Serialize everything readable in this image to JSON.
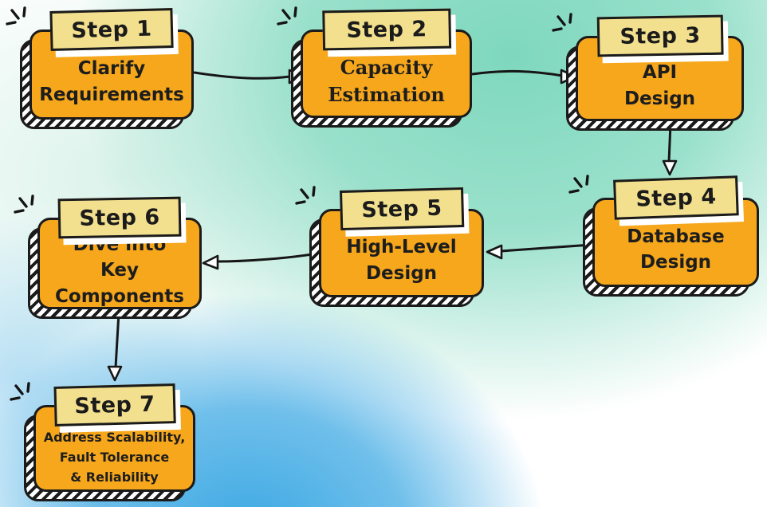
{
  "diagram": {
    "type": "flowchart",
    "steps": [
      {
        "id": 1,
        "label": "Step 1",
        "lines": [
          "Clarify",
          "Requirements"
        ]
      },
      {
        "id": 2,
        "label": "Step 2",
        "lines": [
          "Capacity",
          "Estimation"
        ]
      },
      {
        "id": 3,
        "label": "Step 3",
        "lines": [
          "API",
          "Design"
        ]
      },
      {
        "id": 4,
        "label": "Step 4",
        "lines": [
          "Database",
          "Design"
        ]
      },
      {
        "id": 5,
        "label": "Step 5",
        "lines": [
          "High-Level",
          "Design"
        ]
      },
      {
        "id": 6,
        "label": "Step 6",
        "lines": [
          "Dive into",
          "Key Components"
        ]
      },
      {
        "id": 7,
        "label": "Step 7",
        "lines": [
          "Address Scalability,",
          "Fault Tolerance",
          "& Reliability"
        ]
      }
    ],
    "connections": [
      {
        "from": "Step 1",
        "to": "Step 2",
        "direction": "right"
      },
      {
        "from": "Step 2",
        "to": "Step 3",
        "direction": "right"
      },
      {
        "from": "Step 3",
        "to": "Step 4",
        "direction": "down"
      },
      {
        "from": "Step 4",
        "to": "Step 5",
        "direction": "left"
      },
      {
        "from": "Step 5",
        "to": "Step 6",
        "direction": "left"
      },
      {
        "from": "Step 6",
        "to": "Step 7",
        "direction": "down"
      }
    ],
    "colors": {
      "box_fill": "#F6A71C",
      "label_fill": "#F3E08E",
      "ink": "#1b1b1b",
      "shadow_hatch": "#ffffff",
      "background_green": "#7ED8BD",
      "background_blue": "#39A7E3",
      "background_base": "#FFFFFF"
    }
  }
}
